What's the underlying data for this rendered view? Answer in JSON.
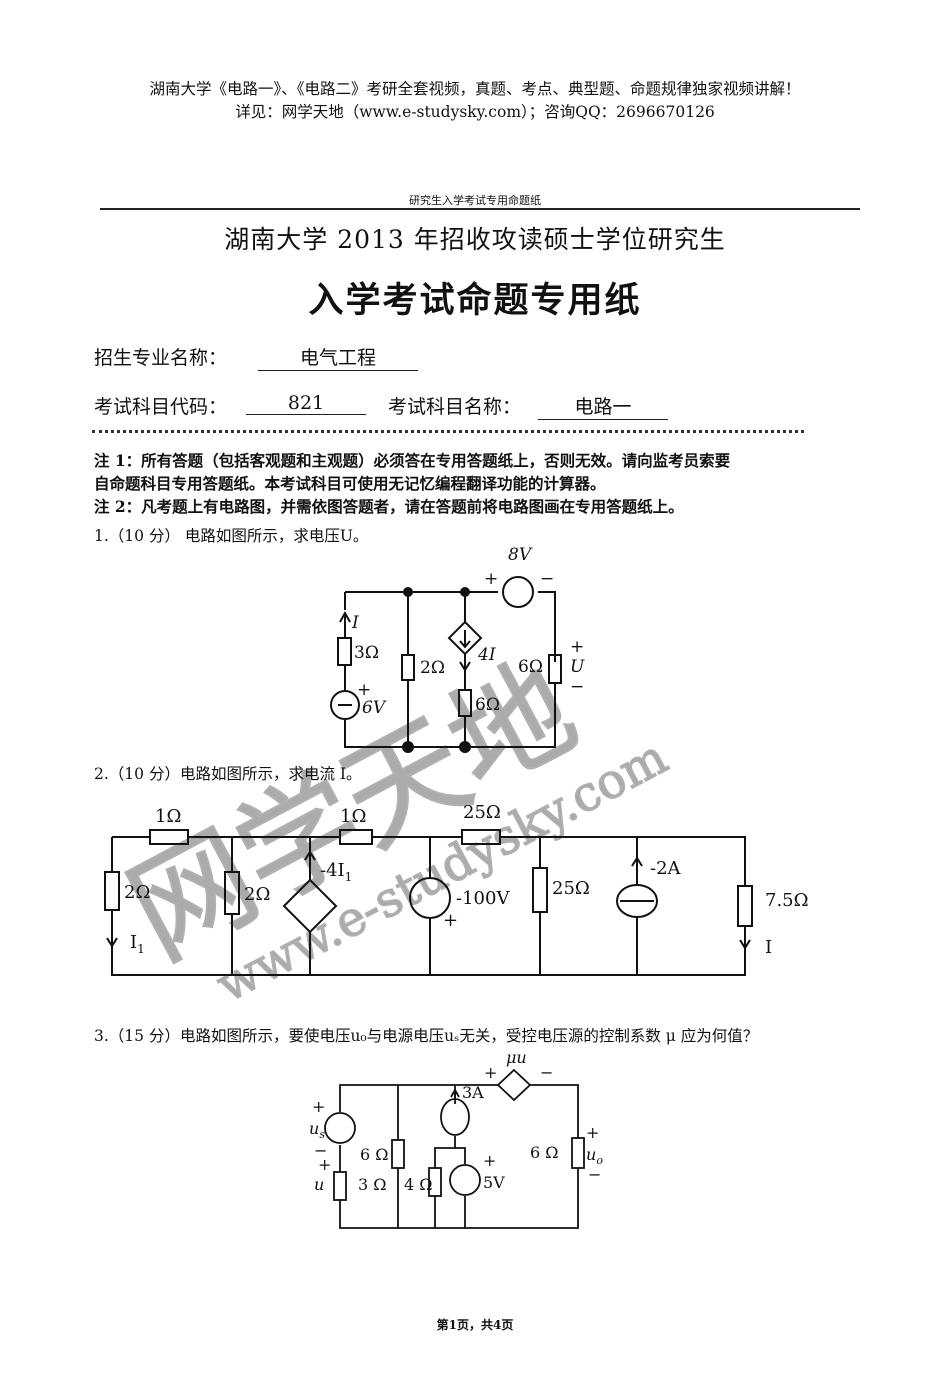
{
  "advert": {
    "line1": "湖南大学《电路一》、《电路二》考研全套视频，真题、考点、典型题、命题规律独家视频讲解！",
    "line2": "详见：网学天地（www.e-studysky.com）；咨询QQ：2696670126"
  },
  "paper_header": "研究生入学考试专用命题纸",
  "title_line1": "湖南大学 2013 年招收攻读硕士学位研究生",
  "title_line2": "入学考试命题专用纸",
  "fields": {
    "major_label": "招生专业名称：",
    "major_value": "电气工程",
    "code_label": "考试科目代码：",
    "code_value": "821",
    "subject_label": "考试科目名称：",
    "subject_value": "电路一"
  },
  "notes": {
    "note1_line1": "注 1：所有答题（包括客观题和主观题）必须答在专用答题纸上，否则无效。请向监考员索要",
    "note1_line2": "自命题科目专用答题纸。本考试科目可使用无记忆编程翻译功能的计算器。",
    "note2": "注 2：凡考题上有电路图，并需依图答题者，请在答题前将电路图画在专用答题纸上。"
  },
  "questions": {
    "q1": "1.（10 分） 电路如图所示，求电压U。",
    "q2": "2.（10 分）电路如图所示，求电流 I。",
    "q3": "3.（15 分）电路如图所示，要使电压u₀与电源电压uₛ无关，受控电压源的控制系数 μ 应为何值？"
  },
  "circuit1": {
    "src_8v": "8V",
    "plus": "+",
    "minus": "−",
    "i_label": "I",
    "r_3": "3Ω",
    "v_6": "6V",
    "r_2": "2Ω",
    "ccs": "4I",
    "r_6a": "6Ω",
    "r_6b": "6Ω",
    "u_label": "U"
  },
  "circuit2": {
    "r1a": "1Ω",
    "r1b": "1Ω",
    "r25a": "25Ω",
    "r2a": "2Ω",
    "r2b": "2Ω",
    "i1": "I",
    "i1_sub": "1",
    "dep": "-4I",
    "dep_sub": "1",
    "v100": "-100V",
    "r25b": "25Ω",
    "i2a": "-2A",
    "r75": "7.5Ω",
    "i_out": "I"
  },
  "circuit3": {
    "mu_u": "μu",
    "a3": "3A",
    "us": "u",
    "us_sub": "s",
    "r6a": "6 Ω",
    "r3": "3 Ω",
    "u": "u",
    "r4": "4 Ω",
    "v5": "5V",
    "r6b": "6 Ω",
    "uo": "u",
    "uo_sub": "o"
  },
  "watermark": {
    "chars": "网学天地",
    "url": "www.e-studysky.com"
  },
  "footer": "第1页，共4页"
}
